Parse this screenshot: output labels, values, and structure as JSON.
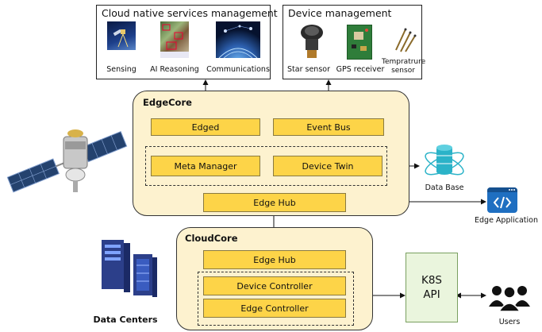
{
  "cloud_services": {
    "title": "Cloud native services management",
    "items": [
      {
        "label": "Sensing"
      },
      {
        "label": "AI Reasoning"
      },
      {
        "label": "Communications"
      }
    ]
  },
  "device_mgmt": {
    "title": "Device management",
    "items": [
      {
        "label": "Star sensor"
      },
      {
        "label": "GPS receiver"
      },
      {
        "label": "Tempratrure sensor"
      }
    ]
  },
  "edgecore": {
    "title": "EdgeCore",
    "edged": "Edged",
    "event_bus": "Event Bus",
    "meta_manager": "Meta Manager",
    "device_twin": "Device Twin",
    "edge_hub": "Edge Hub"
  },
  "cloudcore": {
    "title": "CloudCore",
    "edge_hub": "Edge Hub",
    "device_controller": "Device Controller",
    "edge_controller": "Edge Controller"
  },
  "k8s": {
    "line1": "K8S",
    "line2": "API"
  },
  "external": {
    "database": "Data Base",
    "edge_app": "Edge Application",
    "users": "Users",
    "data_centers": "Data Centers"
  },
  "colors": {
    "component_fill": "#fdd448",
    "core_fill": "#fdf2cf",
    "k8s_fill": "#eaf5dd",
    "database_teal": "#2bb3c8",
    "app_blue": "#1f6fc1"
  }
}
